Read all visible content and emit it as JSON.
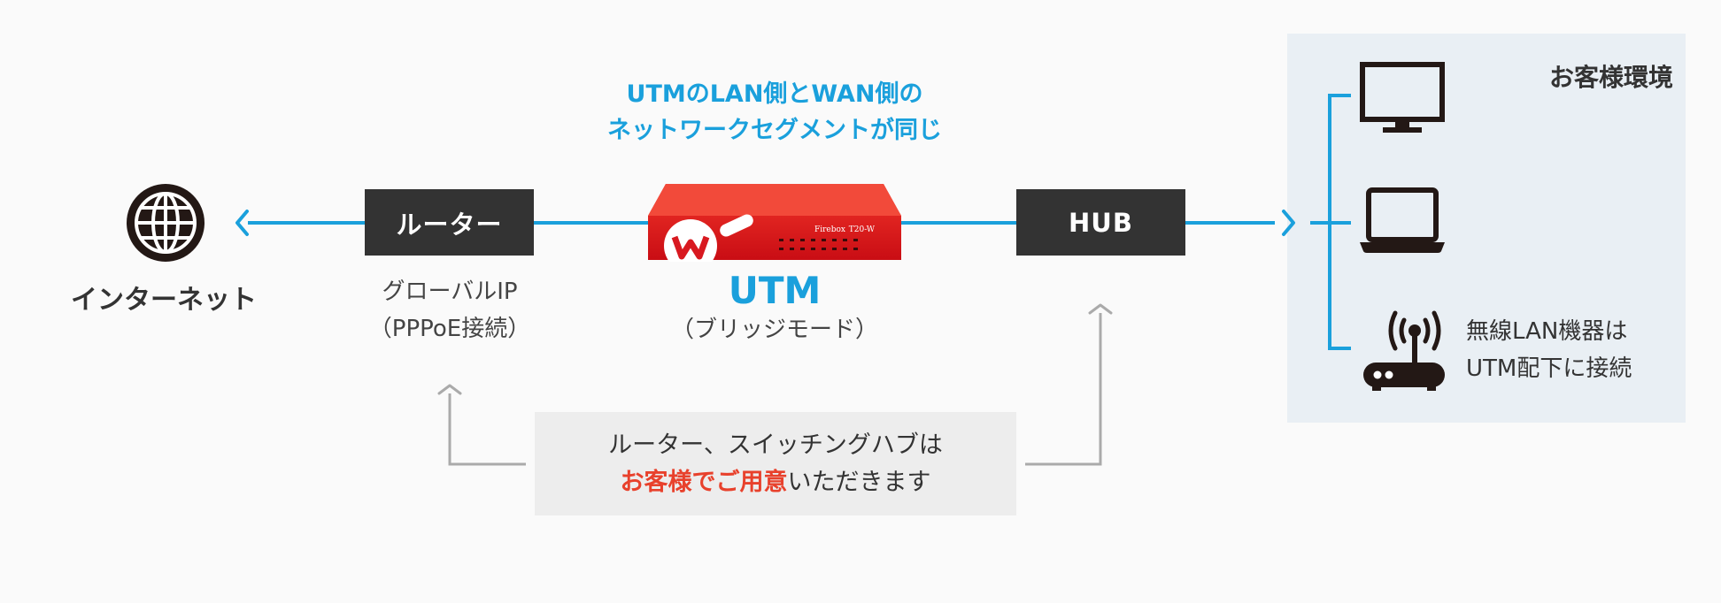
{
  "segment_note": {
    "line1": "UTMのLAN側とWAN側の",
    "line2": "ネットワークセグメントが同じ"
  },
  "internet": {
    "label": "インターネット",
    "icon": "globe-icon"
  },
  "router": {
    "box_label": "ルーター",
    "line1": "グローバルIP",
    "line2": "（PPPoE接続）"
  },
  "utm": {
    "title": "UTM",
    "subtitle": "（ブリッジモード）",
    "device_brand": "Firebox",
    "device_model": "T20-W"
  },
  "hub": {
    "box_label": "HUB"
  },
  "customer_env": {
    "title": "お客様環境",
    "devices": [
      "monitor-icon",
      "laptop-icon",
      "wireless-router-icon"
    ],
    "wireless_line1": "無線LAN機器は",
    "wireless_line2": "UTM配下に接続"
  },
  "note": {
    "line1": "ルーター、スイッチングハブは",
    "line2_highlight": "お客様でご用意",
    "line2_rest": "いただきます"
  },
  "colors": {
    "accent_blue": "#1aa0dc",
    "dark_box": "#333333",
    "utm_red": "#e2151b",
    "highlight_red": "#e8412c",
    "connector_gray": "#aaaaaa",
    "panel_bg": "#e9eff4"
  }
}
